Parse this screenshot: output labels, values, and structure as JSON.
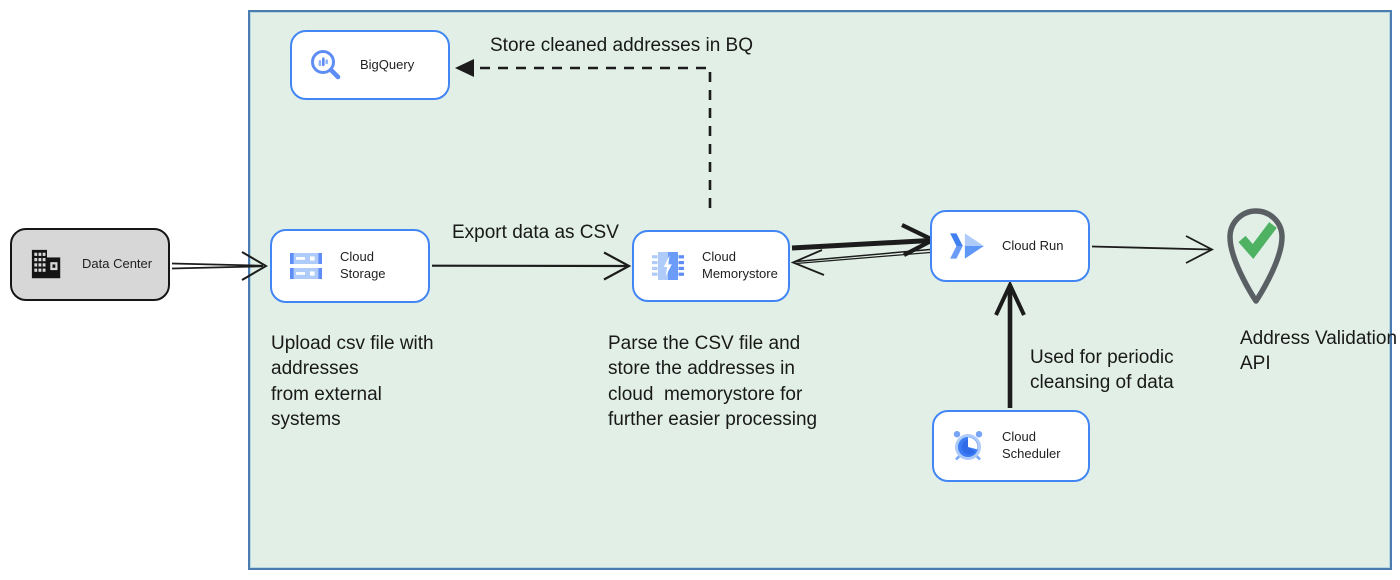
{
  "nodes": {
    "data_center": {
      "label": "Data Center"
    },
    "bigquery": {
      "label": "BigQuery"
    },
    "cloud_storage": {
      "label": "Cloud Storage"
    },
    "cloud_memorystore": {
      "label": "Cloud Memorystore"
    },
    "cloud_run": {
      "label": "Cloud Run"
    },
    "cloud_scheduler": {
      "label": "Cloud Scheduler"
    }
  },
  "annotations": {
    "store_bq": "Store cleaned addresses in BQ",
    "export_csv": "Export data as CSV",
    "upload_csv": "Upload csv file with\naddresses\nfrom external\nsystems",
    "parse_csv": "Parse the CSV file and\nstore the addresses in\ncloud  memorystore for\nfurther easier processing",
    "periodic": "Used for periodic\ncleansing of data",
    "address_api": "Address Validation\nAPI"
  },
  "colors": {
    "container_bg": "#e1efe6",
    "container_border": "#4a7cb0",
    "node_border": "#4285f4",
    "datacenter_bg": "#d7d7d7",
    "datacenter_border": "#161616",
    "arrow": "#1c1c1c",
    "pin_gray": "#5a5f63",
    "check_green": "#4fb263",
    "icon_blue": "#4285f4",
    "icon_medium_blue": "#5e8df7",
    "icon_light_blue": "#aecbfa"
  }
}
